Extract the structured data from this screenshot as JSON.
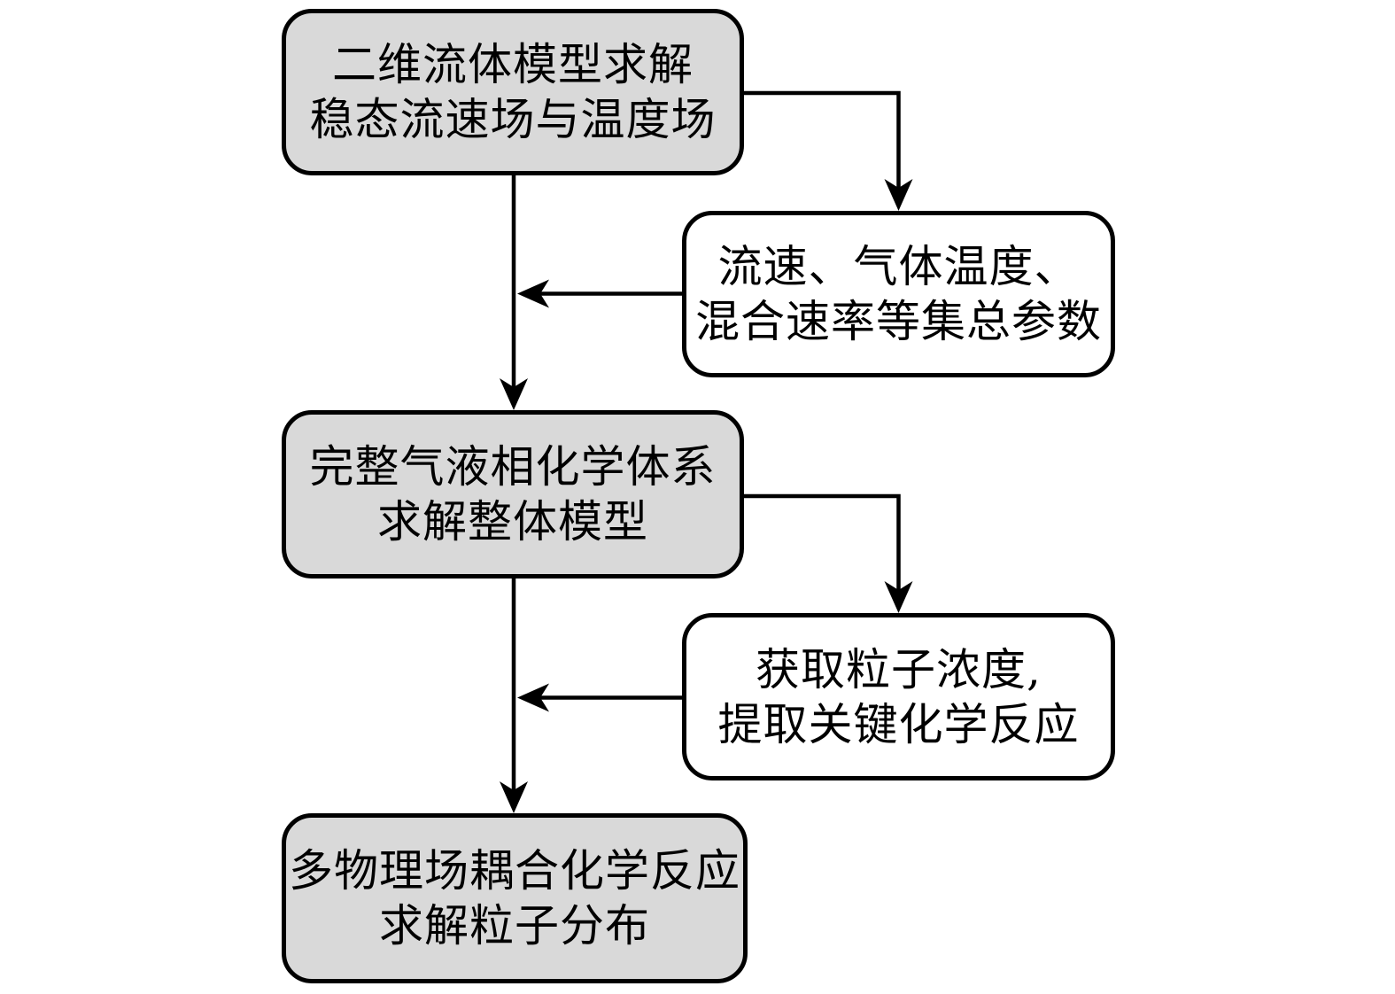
{
  "colors": {
    "page_bg": "#ffffff",
    "gray_fill": "#d9d9d9",
    "white_fill": "#ffffff",
    "line_color": "#000000",
    "text_color": "#000000"
  },
  "diagram": {
    "type": "flowchart",
    "nodes": {
      "fluid_model": {
        "line1": "二维流体模型求解",
        "line2": "稳态流速场与温度场",
        "fill": "gray"
      },
      "lumped_parameters": {
        "line1": "流速、气体温度、",
        "line2": "混合速率等集总参数",
        "fill": "white"
      },
      "chemical_system": {
        "line1": "完整气液相化学体系",
        "line2": "求解整体模型",
        "fill": "gray"
      },
      "particle_density": {
        "line1": "获取粒子浓度,",
        "line2": "提取关键化学反应",
        "fill": "white"
      },
      "multiphysics": {
        "line1": "多物理场耦合化学反应",
        "line2": "求解粒子分布",
        "fill": "gray"
      }
    },
    "edges": [
      {
        "from": "fluid_model",
        "to": "lumped_parameters",
        "style": "right-then-down-arrow"
      },
      {
        "from": "lumped_parameters",
        "to": "fluid_model-chemical_system-line",
        "style": "left-arrow"
      },
      {
        "from": "fluid_model",
        "to": "chemical_system",
        "style": "down-arrow"
      },
      {
        "from": "chemical_system",
        "to": "particle_density",
        "style": "right-then-down-arrow"
      },
      {
        "from": "particle_density",
        "to": "chemical_system-multiphysics-line",
        "style": "left-arrow"
      },
      {
        "from": "chemical_system",
        "to": "multiphysics",
        "style": "down-arrow"
      }
    ]
  }
}
